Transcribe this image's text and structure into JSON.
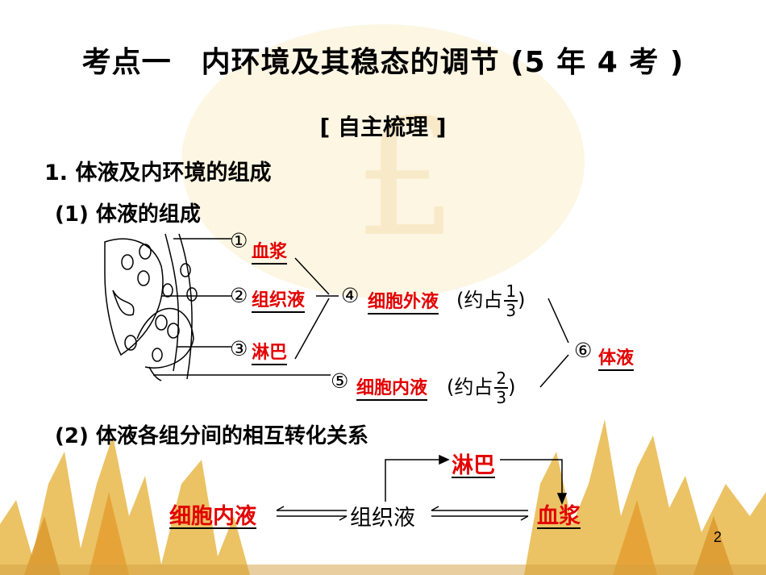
{
  "title": "考点一　内环境及其稳态的调节 (5 年 4 考 )",
  "subtitle": "[ 自主梳理 ]",
  "section1": "1. 体液及内环境的组成",
  "section1_1": "(1) 体液的组成",
  "section1_2": "(2) 体液各组分间的相互转化关系",
  "diagram": {
    "n1": "①",
    "a1": "血浆",
    "n2": "②",
    "a2": "组织液",
    "n3": "③",
    "a3": "淋巴",
    "n4": "④",
    "a4": "细胞外液",
    "n5": "⑤",
    "a5": "细胞内液",
    "n6": "⑥",
    "a6": "体液",
    "approx": "(约占",
    "close": ")",
    "frac1": {
      "num": "1",
      "den": "3"
    },
    "frac2": {
      "num": "2",
      "den": "3"
    }
  },
  "relation": {
    "lymph": "淋巴",
    "cell_fluid": "细胞内液",
    "tissue_fluid": "组织液",
    "plasma": "血浆"
  },
  "page_number": "2",
  "colors": {
    "answer": "#e30000",
    "decor_gold": "#e8b84a",
    "decor_orange": "#e49a2a"
  }
}
